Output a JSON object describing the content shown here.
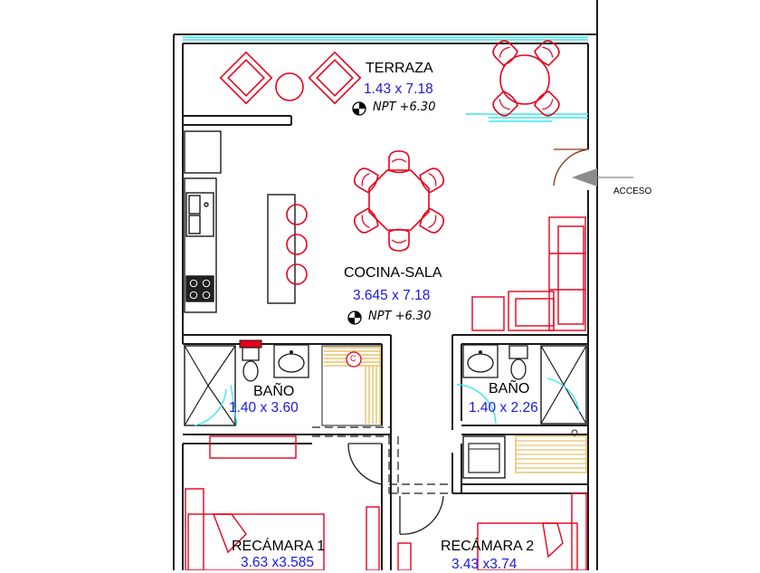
{
  "colors": {
    "wall": "#1a1a1a",
    "furniture": "#e8001c",
    "dimension": "#1919e6",
    "glass": "#38e6ee",
    "door": "#8b3a1a",
    "wood": "#e2b64a",
    "gray": "#8c8c8c"
  },
  "rooms": {
    "terraza": {
      "name": "TERRAZA",
      "dims": "1.43 x 7.18",
      "npt": "NPT +6.30"
    },
    "cocina": {
      "name": "COCINA-SALA",
      "dims": "3.645 x 7.18",
      "npt": "NPT +6.30"
    },
    "bano1": {
      "name": "BAÑO",
      "dims": "1.40 x 3.60"
    },
    "bano2": {
      "name": "BAÑO",
      "dims": "1.40 x 2.26"
    },
    "recamara1": {
      "name": "RECÁMARA 1",
      "dims": "3.63 x3.585"
    },
    "recamara2": {
      "name": "RECÁMARA 2",
      "dims": "3.43 x3.74"
    }
  },
  "annotations": {
    "acceso": "ACCESO",
    "closet_marker": "C"
  }
}
